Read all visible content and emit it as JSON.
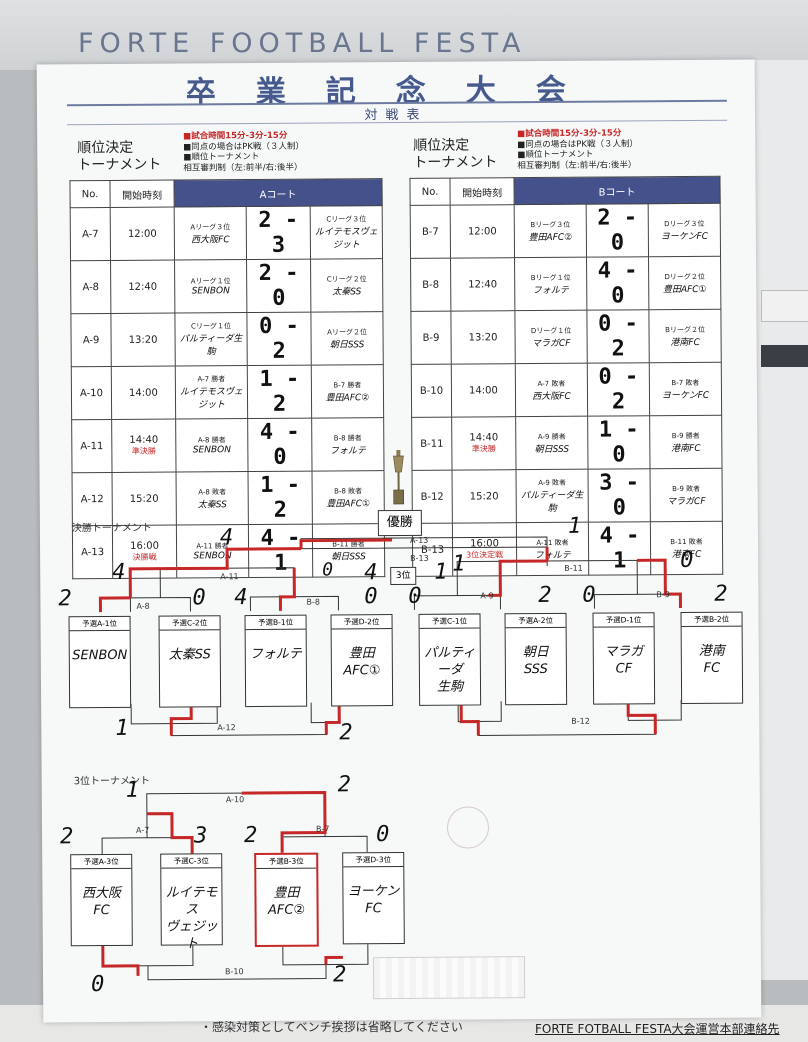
{
  "banner": {
    "title": "FORTE FOOTBALL FESTA"
  },
  "page": {
    "title": "卒業記念大会",
    "subtitle": "対戦表",
    "footer_note": "・感染対策としてベンチ挨拶は省略してください",
    "footer_org": "FORTE FOTBALL FESTA大会運営本部連絡先"
  },
  "sections": {
    "ranking_title_1": "順位決定",
    "ranking_title_2": "トーナメント",
    "rules": [
      "■試合時間15分-3分-15分",
      "■同点の場合はPK戦（３人制）",
      "■順位トーナメント",
      "相互審判制（左:前半/右:後半）"
    ]
  },
  "table_headers": {
    "no": "No.",
    "time": "開始時刻",
    "court_a": "Aコート",
    "court_b": "Bコート"
  },
  "court_a": [
    {
      "no": "A-7",
      "time": "12:00",
      "note": "",
      "home_seed": "Aリーグ３位",
      "home": "西大阪FC",
      "score": "2 - 3",
      "away_seed": "Cリーグ３位",
      "away": "ルイテモスヴェジット"
    },
    {
      "no": "A-8",
      "time": "12:40",
      "note": "",
      "home_seed": "Aリーグ１位",
      "home": "SENBON",
      "score": "2 - 0",
      "away_seed": "Cリーグ２位",
      "away": "太秦SS"
    },
    {
      "no": "A-9",
      "time": "13:20",
      "note": "",
      "home_seed": "Cリーグ１位",
      "home": "パルティーダ生駒",
      "score": "0 - 2",
      "away_seed": "Aリーグ２位",
      "away": "朝日SSS"
    },
    {
      "no": "A-10",
      "time": "14:00",
      "note": "",
      "home_seed": "A-7 勝者",
      "home": "ルイテモスヴェジット",
      "score": "1 - 2",
      "away_seed": "B-7 勝者",
      "away": "豊田AFC②"
    },
    {
      "no": "A-11",
      "time": "14:40",
      "note": "準決勝",
      "home_seed": "A-8 勝者",
      "home": "SENBON",
      "score": "4 - 0",
      "away_seed": "B-8 勝者",
      "away": "フォルテ"
    },
    {
      "no": "A-12",
      "time": "15:20",
      "note": "",
      "home_seed": "A-8 敗者",
      "home": "太秦SS",
      "score": "1 - 2",
      "away_seed": "B-8 敗者",
      "away": "豊田AFC①"
    },
    {
      "no": "A-13",
      "time": "16:00",
      "note": "決勝戦",
      "home_seed": "A-11 勝者",
      "home": "SENBON",
      "score": "4 - 1",
      "away_seed": "B-11 勝者",
      "away": "朝日SSS"
    }
  ],
  "court_b": [
    {
      "no": "B-7",
      "time": "12:00",
      "note": "",
      "home_seed": "Bリーグ３位",
      "home": "豊田AFC②",
      "score": "2 - 0",
      "away_seed": "Dリーグ３位",
      "away": "ヨーケンFC"
    },
    {
      "no": "B-8",
      "time": "12:40",
      "note": "",
      "home_seed": "Bリーグ１位",
      "home": "フォルテ",
      "score": "4 - 0",
      "away_seed": "Dリーグ２位",
      "away": "豊田AFC①"
    },
    {
      "no": "B-9",
      "time": "13:20",
      "note": "",
      "home_seed": "Dリーグ１位",
      "home": "マラガCF",
      "score": "0 - 2",
      "away_seed": "Bリーグ２位",
      "away": "港南FC"
    },
    {
      "no": "B-10",
      "time": "14:00",
      "note": "",
      "home_seed": "A-7 敗者",
      "home": "西大阪FC",
      "score": "0 - 2",
      "away_seed": "B-7 敗者",
      "away": "ヨーケンFC"
    },
    {
      "no": "B-11",
      "time": "14:40",
      "note": "準決勝",
      "home_seed": "A-9 勝者",
      "home": "朝日SSS",
      "score": "1 - 0",
      "away_seed": "B-9 勝者",
      "away": "港南FC"
    },
    {
      "no": "B-12",
      "time": "15:20",
      "note": "",
      "home_seed": "A-9 敗者",
      "home": "パルティーダ生駒",
      "score": "3 - 0",
      "away_seed": "B-9 敗者",
      "away": "マラガCF"
    },
    {
      "no": "B-13",
      "time": "16:00",
      "note": "3位決定戦",
      "home_seed": "A-11 敗者",
      "home": "フォルテ",
      "score": "4 - 1",
      "away_seed": "B-11 敗者",
      "away": "港南FC"
    }
  ],
  "brackets": {
    "final_label": "決勝トーナメント",
    "third_label": "3位トーナメント",
    "champion": "優勝",
    "third_place": "3位",
    "final_teams": [
      {
        "seed": "予選A-1位",
        "name": "SENBON",
        "score": "2"
      },
      {
        "seed": "予選C-2位",
        "name": "太秦SS",
        "score": "0"
      },
      {
        "seed": "予選B-1位",
        "name": "フォルテ",
        "score": "4"
      },
      {
        "seed": "予選D-2位",
        "name": "豊田\nAFC①",
        "score": "0"
      },
      {
        "seed": "予選C-1位",
        "name": "パルティーダ\n生駒",
        "score": "0"
      },
      {
        "seed": "予選A-2位",
        "name": "朝日\nSSS",
        "score": "2"
      },
      {
        "seed": "予選D-1位",
        "name": "マラガ\nCF",
        "score": "0"
      },
      {
        "seed": "予選B-2位",
        "name": "港南\nFC",
        "score": "2"
      }
    ],
    "third_teams": [
      {
        "seed": "予選A-3位",
        "name": "西大阪\nFC",
        "score": "2"
      },
      {
        "seed": "予選C-3位",
        "name": "ルイテモス\nヴェジット",
        "score": "3"
      },
      {
        "seed": "予選B-3位",
        "name": "豊田\nAFC②",
        "score": "2"
      },
      {
        "seed": "予選D-3位",
        "name": "ヨーケン\nFC",
        "score": "0"
      }
    ],
    "match_labels": {
      "a13": "A-13",
      "b13": "B-13",
      "a11": "A-11",
      "b11": "B-11",
      "a8": "A-8",
      "b8": "B-8",
      "a9": "A-9",
      "b9": "B-9",
      "a12": "A-12",
      "b12": "B-12",
      "a10": "A-10",
      "a7": "A-7",
      "b7": "B-7",
      "b10": "B-10"
    },
    "handwritten_scores": {
      "a13_left": "4",
      "a13_right": "1",
      "a11_left": "4",
      "a11_right": "0",
      "b11_left": "1",
      "b11_right": "0",
      "b13_left": "4",
      "b13_right": "1",
      "a12_left": "1",
      "a12_right": "2",
      "a10_left": "1",
      "a10_right": "2",
      "b10_left": "0",
      "b10_right": "2"
    }
  },
  "colors": {
    "court_header": "#45518a",
    "winner_line": "#c62828",
    "title": "#475a8e"
  }
}
